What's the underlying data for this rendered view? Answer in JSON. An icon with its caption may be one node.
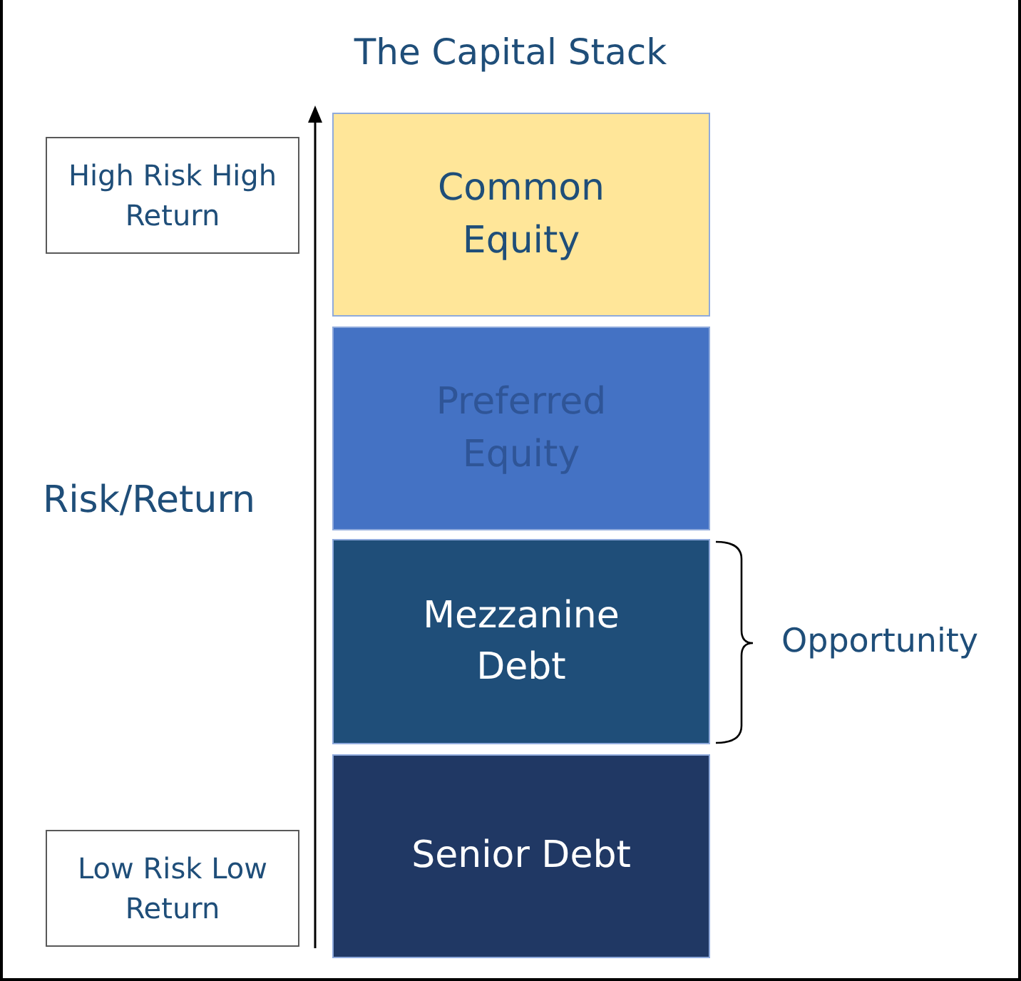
{
  "diagram": {
    "title": "The Capital Stack",
    "nodes": [
      {
        "text": [
          "High Risk High Return"
        ]
      },
      {
        "text": [
          "Common Equity"
        ]
      },
      {
        "text": [
          "Preferred Equity"
        ]
      },
      {
        "text": [
          "Mezzanine Debt"
        ]
      },
      {
        "text": [
          "Senior Debt"
        ]
      },
      {
        "text": [
          "Low Risk Low Return"
        ]
      }
    ],
    "labels": [
      "Risk/Return",
      "Opportunity"
    ]
  }
}
